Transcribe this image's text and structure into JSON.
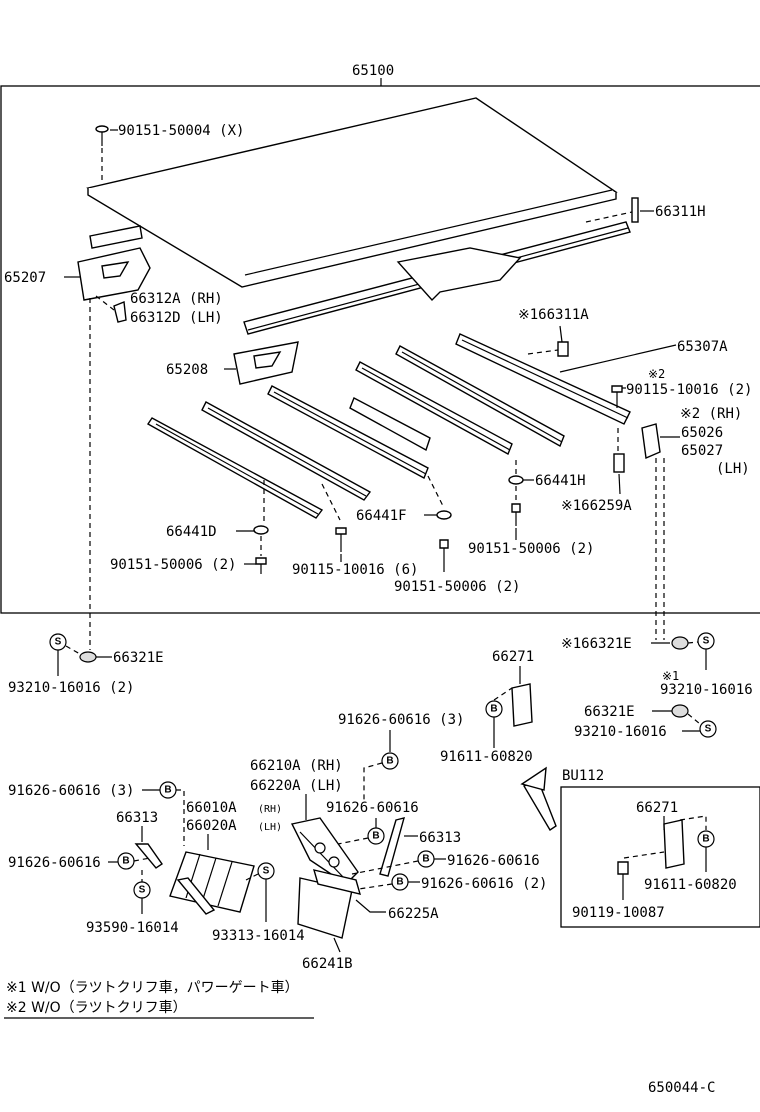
{
  "main_assembly": "65100",
  "labels": {
    "p90151_50004": "90151-50004 (X)",
    "p66311H": "66311H",
    "p65207": "65207",
    "p66312A": "66312A (RH)",
    "p66312D": "66312D (LH)",
    "p166311A": "※166311A",
    "p65307A": "65307A",
    "p65208": "65208",
    "note2a": "※2",
    "p90115_10016_2": "90115-10016 (2)",
    "note2b": "※2 (RH)",
    "p65026": "65026",
    "p65027": "65027",
    "p65027_lh": "(LH)",
    "p66441H": "66441H",
    "p166259A": "※166259A",
    "p66441D": "66441D",
    "p66441F": "66441F",
    "p90151_50006_2a": "90151-50006 (2)",
    "p90115_10016_6": "90115-10016 (6)",
    "p90151_50006_2b": "90151-50006 (2)",
    "p90151_50006_2c": "90151-50006 (2)",
    "p66321E_a": "66321E",
    "p93210_16016_2": "93210-16016 (2)",
    "p66271_a": "66271",
    "p166321E": "※166321E",
    "note1": "※1",
    "p93210_16016_a": "93210-16016",
    "p66321E_b": "66321E",
    "p93210_16016_b": "93210-16016",
    "p91626_60616_3a": "91626-60616 (3)",
    "p91611_60820_a": "91611-60820",
    "bu112": "BU112",
    "p66210A": "66210A (RH)",
    "p66220A": "66220A (LH)",
    "p91626_60616_3b": "91626-60616 (3)",
    "p66010A": "66010A",
    "p66010A_rh": "(RH)",
    "p66020A": "66020A",
    "p66020A_lh": "(LH)",
    "p91626_60616_a": "91626-60616",
    "p66313_a": "66313",
    "p66313_b": "66313",
    "p91626_60616_b": "91626-60616",
    "p91626_60616_c": "91626-60616",
    "p91626_60616_2": "91626-60616 (2)",
    "p66271_b": "66271",
    "p91611_60820_b": "91611-60820",
    "p93590_16014": "93590-16014",
    "p93313_16014": "93313-16014",
    "p66225A": "66225A",
    "p66241B": "66241B",
    "p90119_10087": "90119-10087",
    "footnote1": "※1  W/O（ラツトクリフ車，パワーゲート車）",
    "footnote2": "※2  W/O（ラツトクリフ車）",
    "diagram_id": "650044-C"
  },
  "markers": {
    "bolt": "B",
    "screw": "S"
  }
}
